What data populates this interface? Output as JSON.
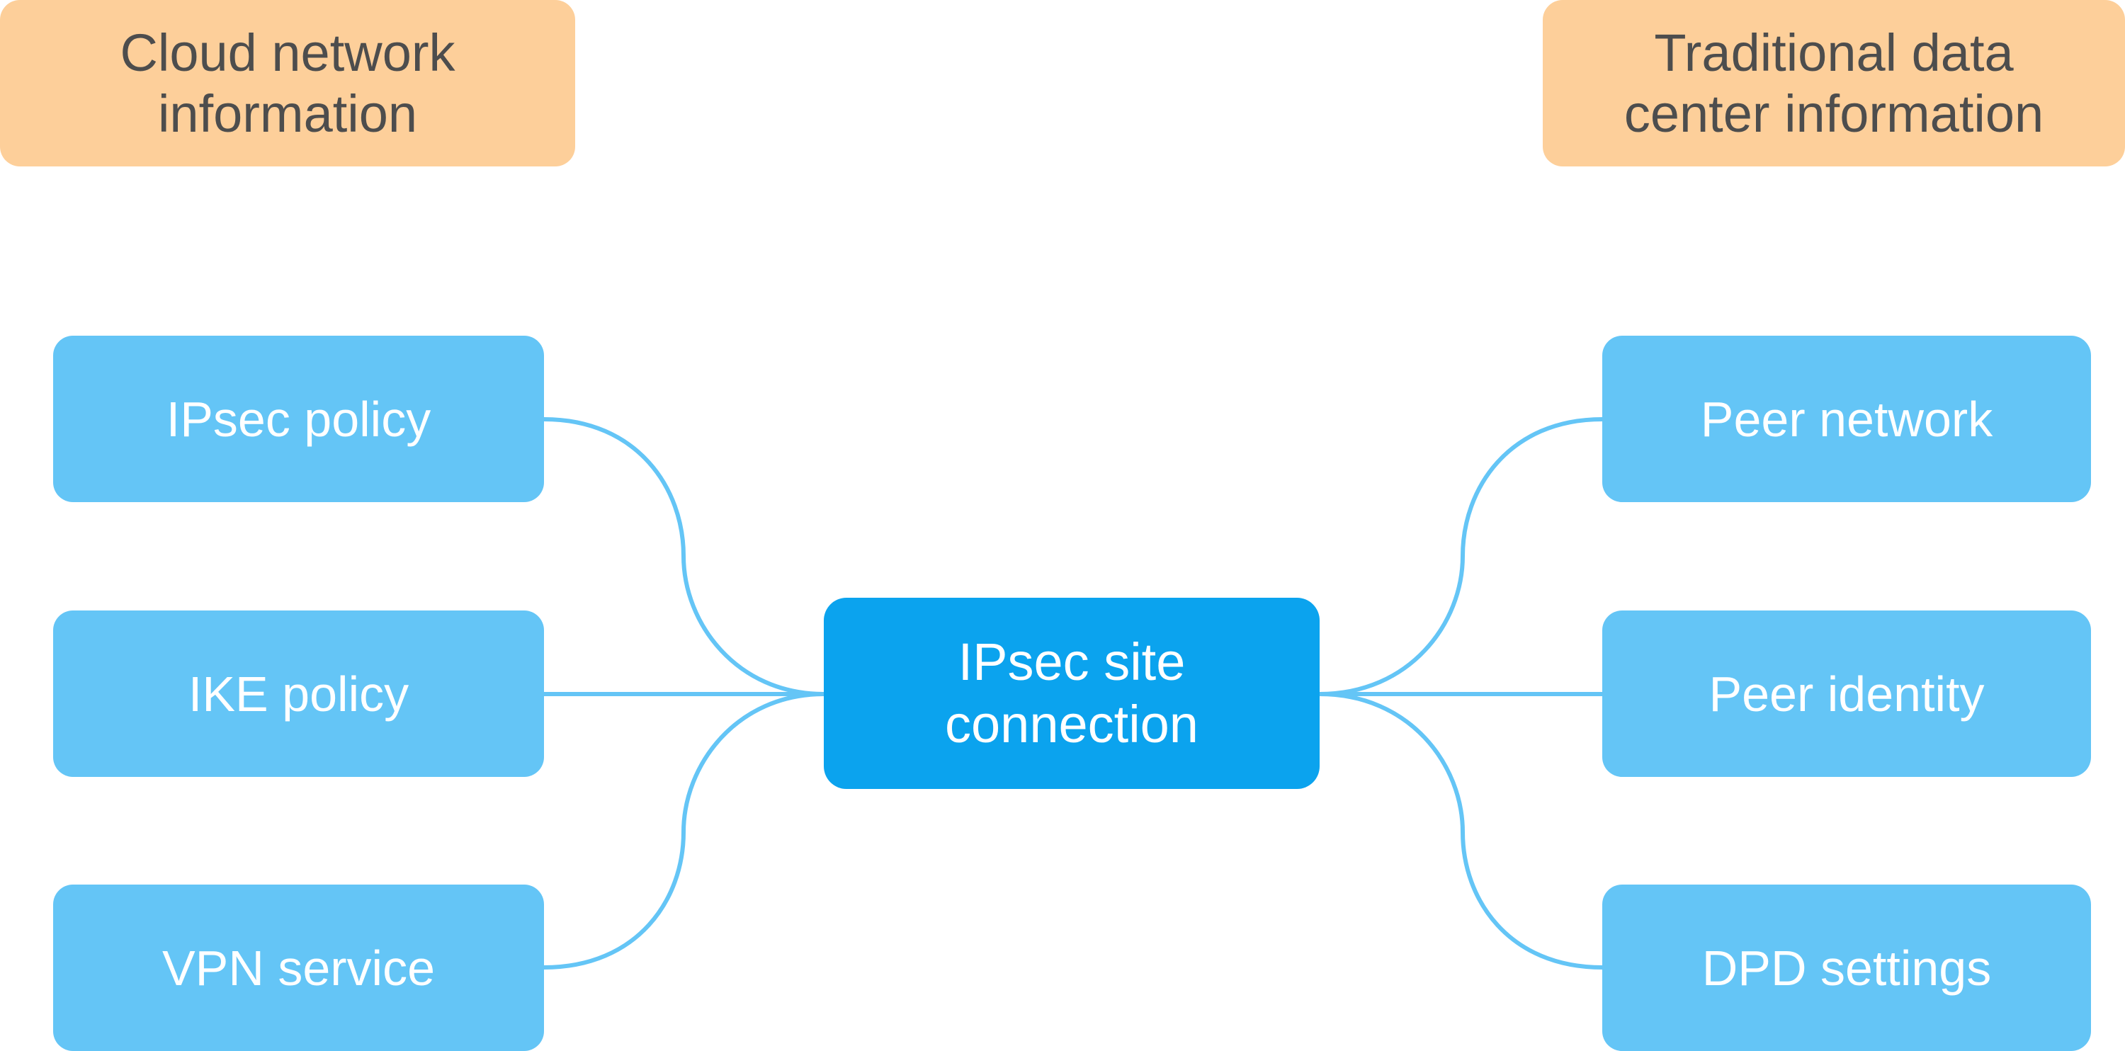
{
  "colors": {
    "header_fill": "#fdcf9a",
    "header_text": "#4d4d4d",
    "node_fill": "#64c5f6",
    "center_fill": "#0ba3ee",
    "node_text": "#ffffff",
    "connector": "#64c5f6"
  },
  "headers": {
    "left": {
      "line1": "Cloud network",
      "line2": "information"
    },
    "right": {
      "line1": "Traditional data",
      "line2": "center information"
    }
  },
  "center": {
    "line1": "IPsec site",
    "line2": "connection"
  },
  "left_nodes": [
    {
      "label": "IPsec policy"
    },
    {
      "label": "IKE policy"
    },
    {
      "label": "VPN service"
    }
  ],
  "right_nodes": [
    {
      "label": "Peer network"
    },
    {
      "label": "Peer identity"
    },
    {
      "label": "DPD settings"
    }
  ]
}
